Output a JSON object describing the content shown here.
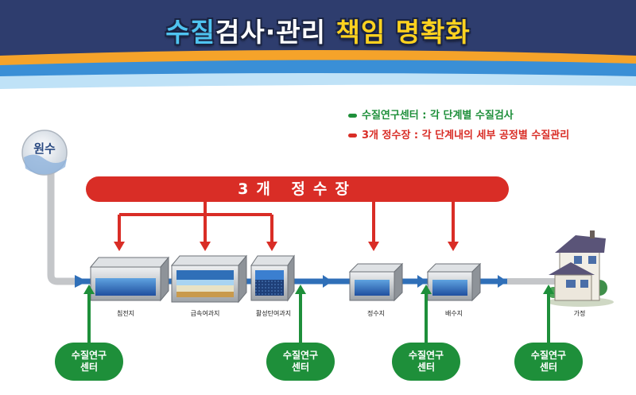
{
  "header": {
    "title_part1": "수질",
    "title_part2": "검사·관리",
    "title_part3": "책임 명확화"
  },
  "legend": {
    "item1": "수질연구센터 : 각 단계별 수질검사",
    "item2": "3개 정수장 : 각 단계내의 세부 공정별 수질관리"
  },
  "plants_bar": "3개 정수장",
  "source": "원수",
  "stages": {
    "s1": "침전지",
    "s2": "급속여과지",
    "s3": "활성탄여과지",
    "s4": "정수지",
    "s5": "배수지",
    "s6": "가정"
  },
  "labs": {
    "l1": "수질연구\n센터",
    "l2": "수질연구\n센터",
    "l3": "수질연구\n센터",
    "l4": "수질연구\n센터"
  },
  "colors": {
    "header_navy": "#2e3d6e",
    "title_blue": "#4fc3ef",
    "title_yellow": "#ffd21f",
    "plant_red": "#d92d26",
    "lab_green": "#1e8f3a",
    "flow_blue": "#2f6fb8",
    "pipe_gray": "#c4c6c9"
  }
}
